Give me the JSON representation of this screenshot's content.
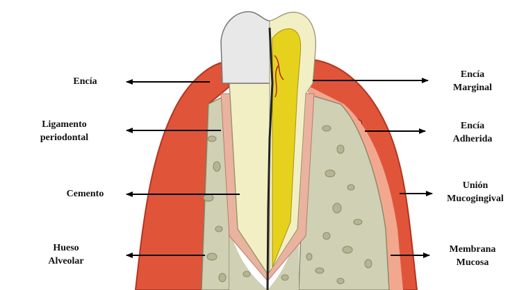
{
  "labels": {
    "left": [
      {
        "text": "Encía"
      },
      {
        "text": "Ligamento\nperiodontal"
      },
      {
        "text": "Cemento"
      },
      {
        "text": "Hueso\nAlveolar"
      }
    ],
    "right": [
      {
        "text": "Encía\nMarginal"
      },
      {
        "text": "Encía\nAdherida"
      },
      {
        "text": "Unión\nMucogingival"
      },
      {
        "text": "Membrana\nMucosa"
      }
    ]
  },
  "colors": {
    "gingiva": "#e0553a",
    "gingiva_dark": "#c23a22",
    "mucosa": "#f2a88f",
    "bone": "#cfd0b4",
    "bone_holes": "#b6b493",
    "ligament": "#e9b3a0",
    "enamel": "#e8e8e8",
    "dentin": "#f3efc4",
    "pulp": "#e6d21c",
    "arrow": "#000000"
  }
}
